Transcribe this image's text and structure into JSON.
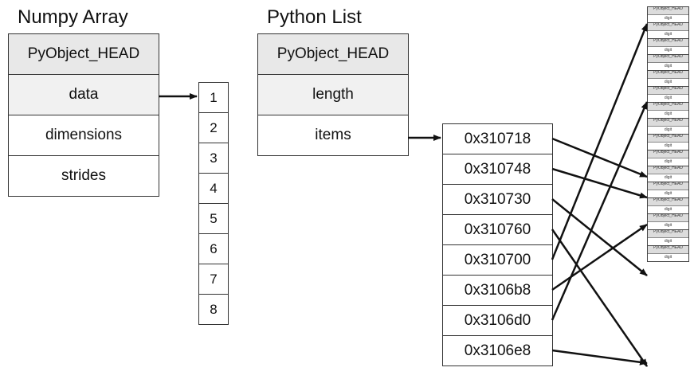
{
  "numpy": {
    "title": "Numpy Array",
    "rows": [
      "PyObject_HEAD",
      "data",
      "dimensions",
      "strides"
    ],
    "values": [
      "1",
      "2",
      "3",
      "4",
      "5",
      "6",
      "7",
      "8"
    ]
  },
  "pylist": {
    "title": "Python List",
    "rows": [
      "PyObject_HEAD",
      "length",
      "items"
    ],
    "pointers": [
      "0x310718",
      "0x310748",
      "0x310730",
      "0x310760",
      "0x310700",
      "0x3106b8",
      "0x3106d0",
      "0x3106e8"
    ]
  },
  "objects": {
    "head_label": "PyObject_HEAD",
    "value_label": "digit"
  }
}
